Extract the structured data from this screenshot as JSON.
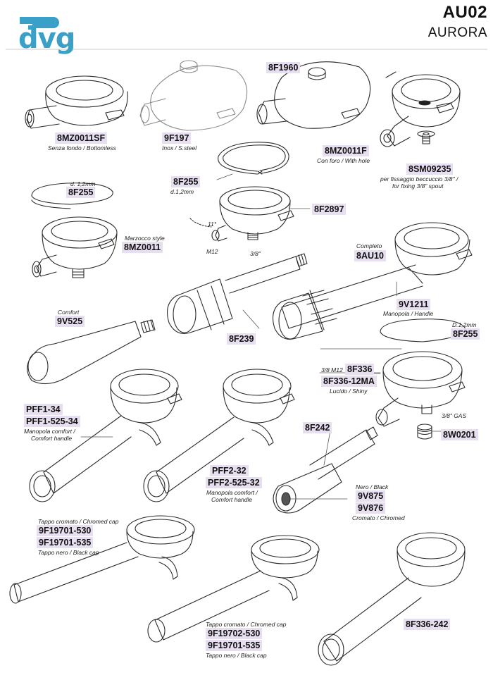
{
  "brand": {
    "logo": "dvg",
    "code": "AU02",
    "name": "AURORA",
    "logo_color": "#3aa0c8"
  },
  "parts": {
    "p1": {
      "code": "8MZ0011SF",
      "caption": "Senza fondo / Bottomless"
    },
    "p2": {
      "code": "9F197",
      "caption": "Inox / S.steel"
    },
    "p3": {
      "code": "8F1960"
    },
    "p4": {
      "code": "8MZ0011F",
      "caption": "Con foro / With hole"
    },
    "p5": {
      "code": "8SM09235",
      "caption1": "per fissaggio beccuccio 3/8\" /",
      "caption2": "for fixing 3/8\" spout"
    },
    "p6": {
      "code": "8F255",
      "caption": "d.1,2mm"
    },
    "p7": {
      "code": "8F255",
      "caption": "d. 1,2mm"
    },
    "p8": {
      "code": "8F2897"
    },
    "p9": {
      "code": "8MZ0011",
      "caption": "Marzocco style"
    },
    "p10": {
      "code": "8AU10",
      "caption": "Completo"
    },
    "p11": {
      "code": "9V1211",
      "caption": "Manopola / Handle"
    },
    "p12": {
      "code": "9V525",
      "caption": "Comfort"
    },
    "p13": {
      "code": "8F239"
    },
    "p14": {
      "code": "8F255",
      "caption": "D.1,2mm"
    },
    "p15": {
      "code": "8F336",
      "prefix": "3/8 M12"
    },
    "p16": {
      "code": "8F336-12MA",
      "caption": "Lucido / Shiny"
    },
    "p17": {
      "code": "8F242"
    },
    "p18": {
      "code": "8W0201",
      "caption": "3/8\" GAS"
    },
    "p19": {
      "code1": "PFF1-34",
      "code2": "PFF1-525-34",
      "caption1": "Manopola comfort /",
      "caption2": "Comfort handle"
    },
    "p20": {
      "code1": "PFF2-32",
      "code2": "PFF2-525-32",
      "caption1": "Manopola comfort /",
      "caption2": "Comfort handle"
    },
    "p21": {
      "code1": "9V875",
      "code2": "9V876",
      "caption1": "Nero / Black",
      "caption2": "Cromato / Chromed"
    },
    "p22": {
      "code1": "9F19701-530",
      "code2": "9F19701-535",
      "caption1": "Tappo cromato / Chromed cap",
      "caption2": "Tappo nero / Black cap"
    },
    "p23": {
      "code1": "9F19702-530",
      "code2": "9F19701-535",
      "caption1": "Tappo cromato / Chromed cap",
      "caption2": "Tappo nero / Black cap"
    },
    "p24": {
      "code": "8F336-242"
    }
  },
  "dims": {
    "angle": "11°",
    "thread": "M12",
    "spout": "3/8\""
  }
}
